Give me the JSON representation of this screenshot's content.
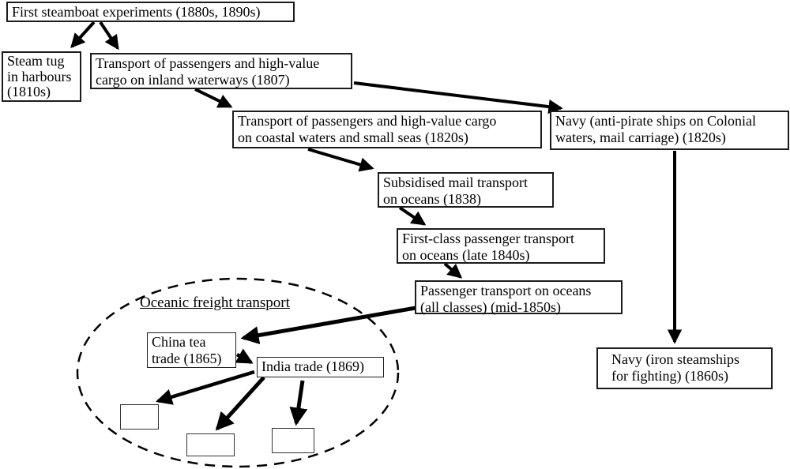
{
  "diagram": {
    "kind": "flow-diagram",
    "nodes": {
      "experiments": {
        "lines": [
          "First steamboat experiments (1880s, 1890s)"
        ]
      },
      "steam_tug": {
        "lines": [
          "Steam tug",
          "in harbours",
          "(1810s)"
        ]
      },
      "inland": {
        "lines": [
          "Transport of passengers and high-value",
          "cargo on inland waterways (1807)"
        ]
      },
      "coastal": {
        "lines": [
          "Transport of passengers and high-value cargo",
          "on coastal waters and small seas (1820s)"
        ]
      },
      "navy_colonial": {
        "lines": [
          "Navy (anti-pirate ships on Colonial",
          "waters, mail carriage) (1820s)"
        ]
      },
      "mail_oceans": {
        "lines": [
          "Subsidised mail transport",
          "on oceans (1838)"
        ]
      },
      "first_class": {
        "lines": [
          "First-class passenger transport",
          "on oceans (late 1840s)"
        ]
      },
      "all_classes": {
        "lines": [
          "Passenger transport on oceans",
          "(all classes) (mid-1850s)"
        ]
      },
      "navy_iron": {
        "lines": [
          "Navy (iron steamships",
          "for fighting) (1860s)"
        ]
      },
      "china_tea": {
        "lines": [
          "China tea",
          "trade (1865)"
        ]
      },
      "india_trade": {
        "lines": [
          "India trade (1869)"
        ]
      },
      "empty_1": {
        "lines": [
          ""
        ]
      },
      "empty_2": {
        "lines": [
          ""
        ]
      },
      "empty_3": {
        "lines": [
          ""
        ]
      }
    },
    "groups": [
      {
        "id": "oceanic_freight",
        "label": "Oceanic freight transport",
        "style": "dashed-ellipse",
        "members": [
          "china_tea",
          "india_trade",
          "empty_1",
          "empty_2",
          "empty_3"
        ]
      }
    ],
    "edges": [
      {
        "from": "experiments",
        "to": "steam_tug"
      },
      {
        "from": "experiments",
        "to": "inland"
      },
      {
        "from": "inland",
        "to": "coastal"
      },
      {
        "from": "inland",
        "to": "navy_colonial"
      },
      {
        "from": "coastal",
        "to": "mail_oceans"
      },
      {
        "from": "mail_oceans",
        "to": "first_class"
      },
      {
        "from": "first_class",
        "to": "all_classes"
      },
      {
        "from": "all_classes",
        "to": "china_tea"
      },
      {
        "from": "china_tea",
        "to": "india_trade"
      },
      {
        "from": "india_trade",
        "to": "empty_1"
      },
      {
        "from": "india_trade",
        "to": "empty_2"
      },
      {
        "from": "india_trade",
        "to": "empty_3"
      },
      {
        "from": "navy_colonial",
        "to": "navy_iron"
      }
    ],
    "colors": {
      "background": "#ffffff",
      "line": "#000000",
      "text": "#000000",
      "border": "#1c1c1c"
    }
  }
}
